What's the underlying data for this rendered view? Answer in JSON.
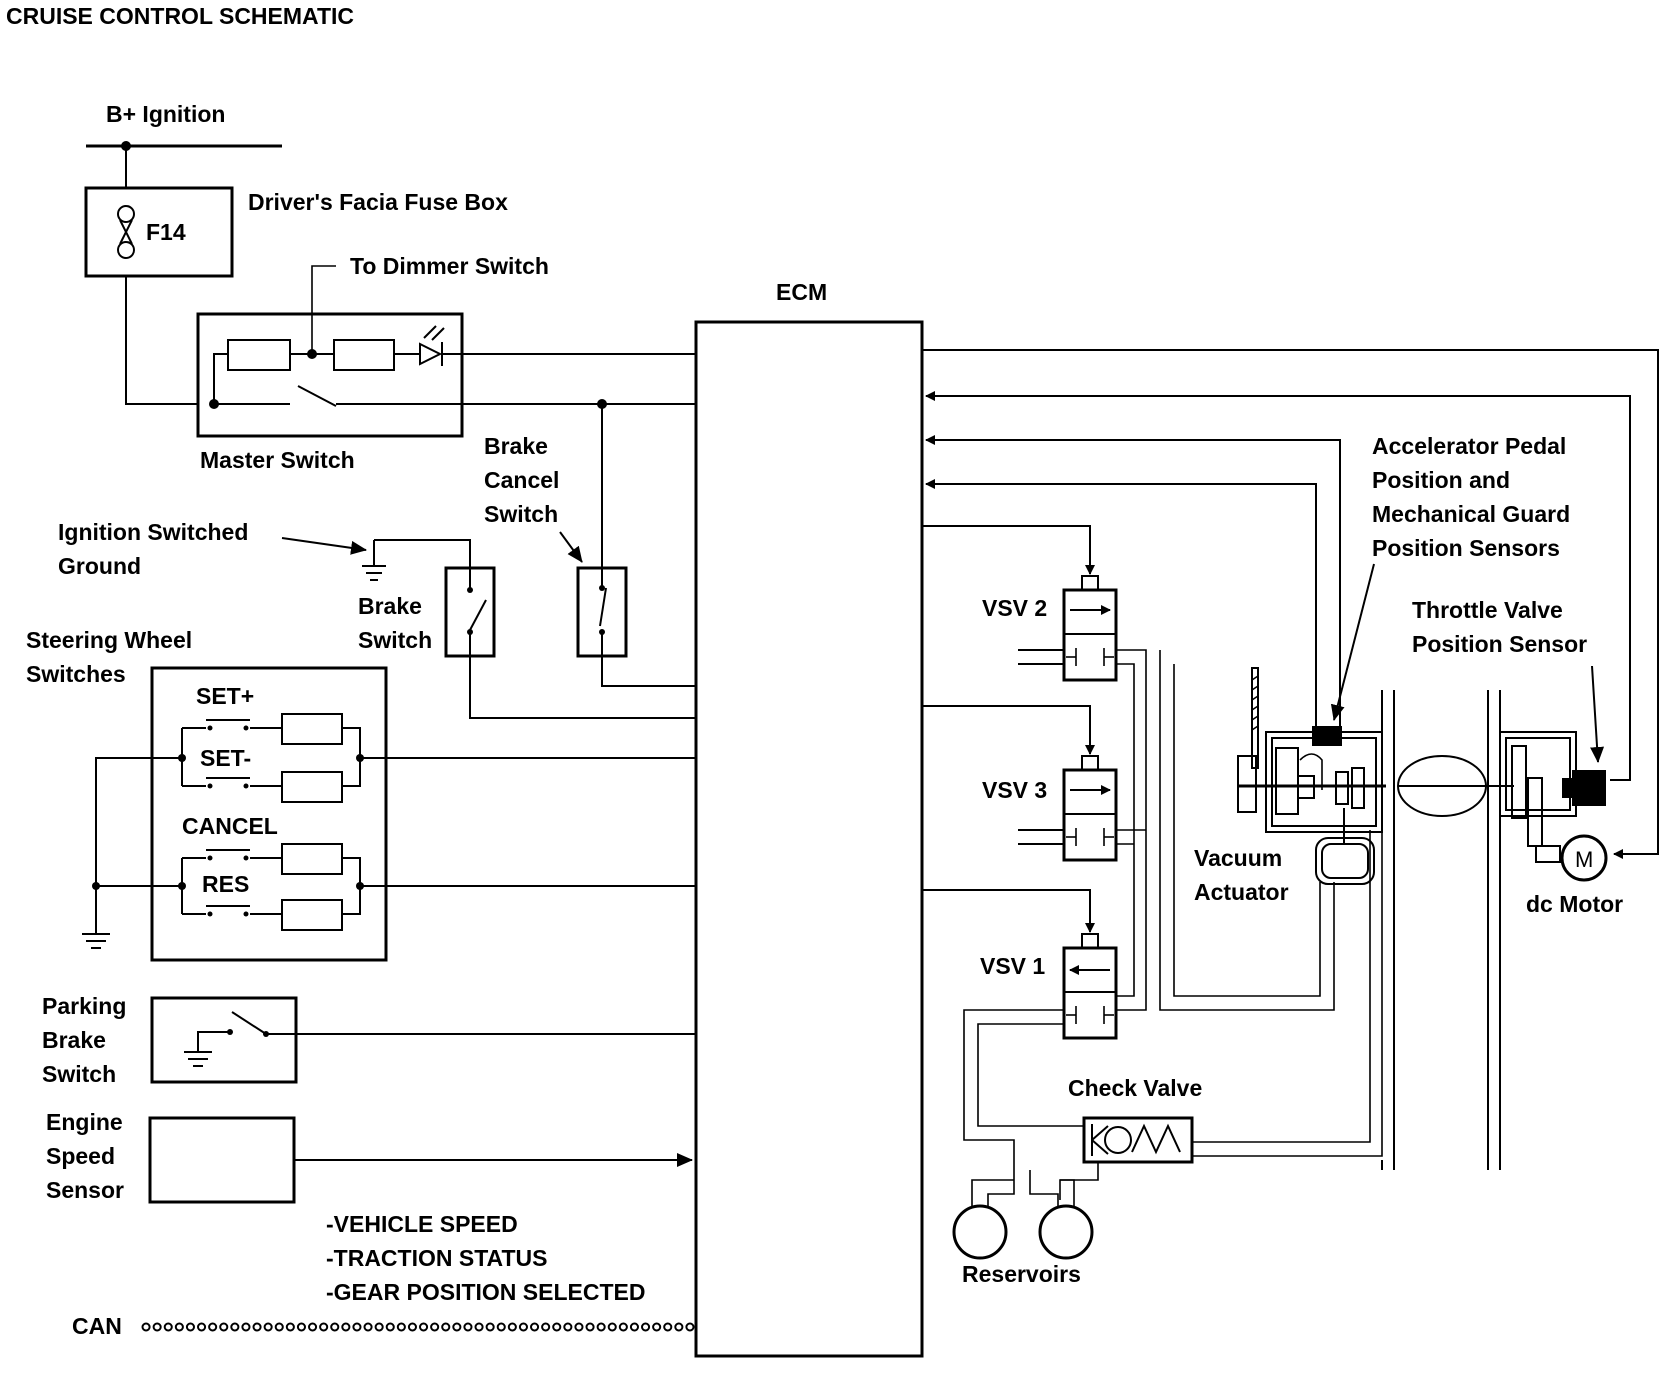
{
  "title": "CRUISE CONTROL SCHEMATIC",
  "labels": {
    "b_ignition": "B+ Ignition",
    "fuse": "F14",
    "fuse_box": "Driver's Facia Fuse Box",
    "to_dimmer": "To Dimmer Switch",
    "master_switch": "Master Switch",
    "ecm": "ECM",
    "brake_cancel": [
      "Brake",
      "Cancel",
      "Switch"
    ],
    "ignition_ground": [
      "Ignition Switched",
      "Ground"
    ],
    "brake_switch": [
      "Brake",
      "Switch"
    ],
    "steering_wheel": [
      "Steering Wheel",
      "Switches"
    ],
    "set_plus": "SET+",
    "set_minus": "SET-",
    "cancel": "CANCEL",
    "res": "RES",
    "parking_brake": [
      "Parking",
      "Brake",
      "Switch"
    ],
    "engine_speed": [
      "Engine",
      "Speed",
      "Sensor"
    ],
    "can_items": [
      "-VEHICLE SPEED",
      "-TRACTION STATUS",
      "-GEAR POSITION SELECTED"
    ],
    "can": "CAN",
    "vsv2": "VSV 2",
    "vsv3": "VSV 3",
    "vsv1": "VSV 1",
    "accel_sensors": [
      "Accelerator Pedal",
      "Position and",
      "Mechanical Guard",
      "Position Sensors"
    ],
    "throttle_sensor": [
      "Throttle Valve",
      "Position Sensor"
    ],
    "vacuum_actuator": [
      "Vacuum",
      "Actuator"
    ],
    "dc_motor": "dc Motor",
    "motor_symbol": "M",
    "check_valve": "Check Valve",
    "reservoirs": "Reservoirs"
  }
}
